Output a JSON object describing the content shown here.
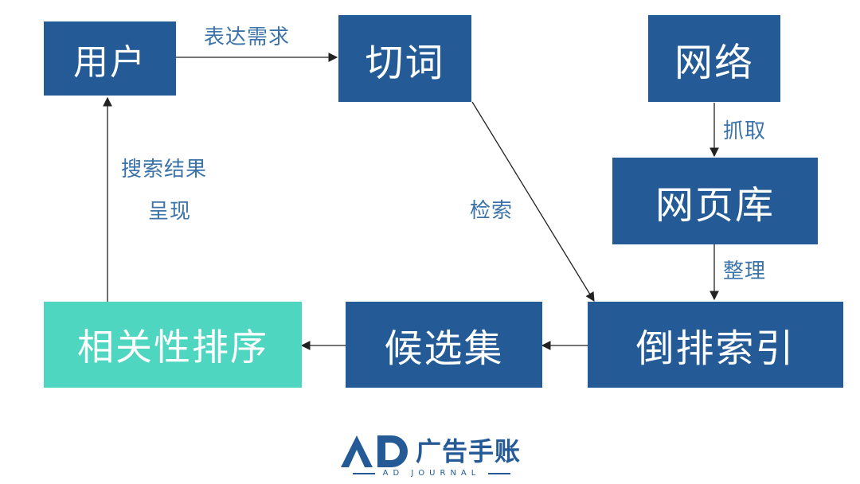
{
  "nodes": {
    "user": "用户",
    "tokenize": "切词",
    "network": "网络",
    "webpage_db": "网页库",
    "inverted_index": "倒排索引",
    "candidate_set": "候选集",
    "relevance_rank": "相关性排序"
  },
  "edges": {
    "express_need": "表达需求",
    "crawl": "抓取",
    "organize": "整理",
    "retrieve": "检索",
    "show_results_line1": "搜索结果",
    "show_results_line2": "呈现"
  },
  "logo": {
    "cn_text": "广告手账",
    "en_text": "AD JOURNAL"
  },
  "colors": {
    "box_blue": "#245b97",
    "box_teal": "#4ed6c0",
    "label_blue": "#3c73a8",
    "arrow": "#222222"
  }
}
